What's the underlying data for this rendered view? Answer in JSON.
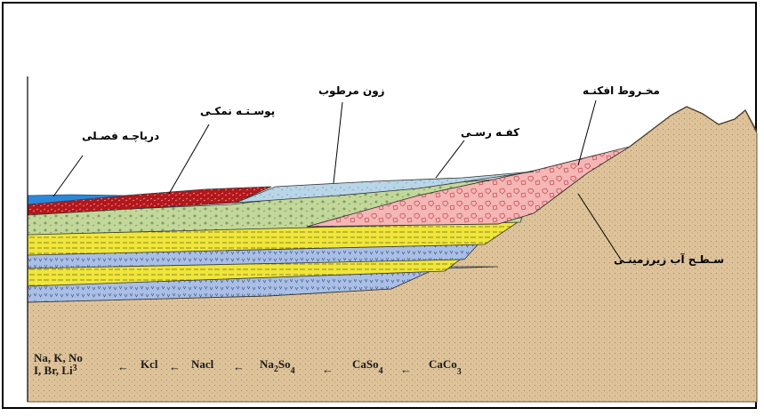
{
  "labels": {
    "seasonal_lake": "دریاچـه فصـلی",
    "salt_crust": "پوسـتـه نمکـی",
    "wet_zone": "زون مرطوب",
    "clay_floor": "کفـه رسـی",
    "alluvial_fan": "مخـروط افکنـه",
    "groundwater": "سـطـح آب زیرزمینـی"
  },
  "chemistry": {
    "row1": "Na, K, No",
    "row2": "I, Br, Li",
    "row2_sub": "3",
    "arrow": "←",
    "kcl": "Kcl",
    "nacl": "Nacl",
    "na2so4_a": "Na",
    "na2so4_sub1": "2",
    "na2so4_b": "So",
    "na2so4_sub2": "4",
    "caso4_a": "CaSo",
    "caso4_sub": "4",
    "caco3_a": "CaCo",
    "caco3_sub": "3"
  },
  "colors": {
    "sand": "#dec39a",
    "lake": "#2d87d8",
    "salt_crust": "#b3171b",
    "wet_zone": "#b9d6e8",
    "green_layer": "#c2d89a",
    "pink_fan": "#f5b6b6",
    "yellow_layer": "#f0e63a",
    "blue_layer": "#a9bfe6"
  }
}
